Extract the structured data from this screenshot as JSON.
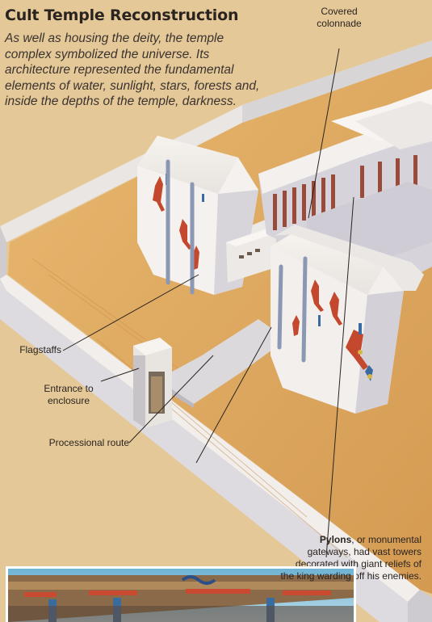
{
  "title": "Cult Temple Reconstruction",
  "intro": "As well as housing the deity, the temple complex symbolized the universe. Its architecture represented the fundamental elements of water, sunlight, stars, forests and, inside the depths of the temple, darkness.",
  "callouts": {
    "covered_colonnade_line1": "Covered",
    "covered_colonnade_line2": "colonnade",
    "flagstaffs": "Flagstaffs",
    "entrance_line1": "Entrance to",
    "entrance_line2": "enclosure",
    "processional_route": "Processional route"
  },
  "pylons_note": {
    "bold_term": "Pylons",
    "line1_rest": ", or monumental",
    "line2": "gateways, had vast towers",
    "line3": "decorated with giant reliefs of",
    "line4": "the king warding off his enemies."
  },
  "colors": {
    "ground": "#e3c696",
    "sand": "#d9a962",
    "stone_light": "#f4efe8",
    "stone_shadow": "#c9c7cf",
    "sky": "#8ec4dd"
  }
}
